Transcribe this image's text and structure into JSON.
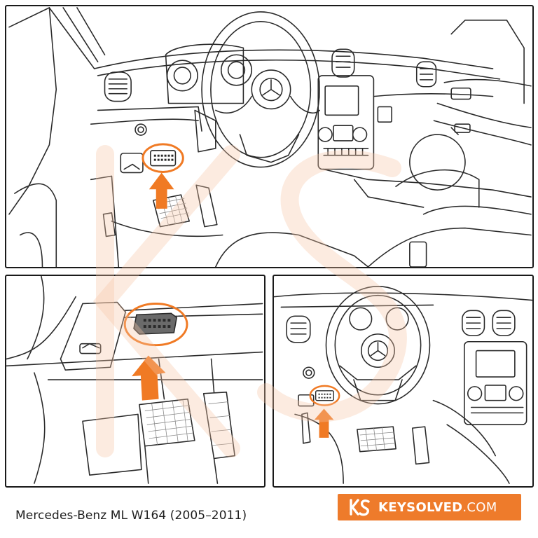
{
  "caption": {
    "text": "Mercedes-Benz ML W164 (2005–2011)"
  },
  "brand": {
    "name": "KEYSOLVED",
    "tld": ".COM",
    "logo_icon": "ks-logo-icon",
    "color": "#ee7b2b"
  },
  "panels": [
    {
      "id": "overview",
      "depicts": "dashboard-interior"
    },
    {
      "id": "closeup",
      "depicts": "obd-port-under-dash"
    },
    {
      "id": "driver-view",
      "depicts": "steering-wheel-and-port"
    }
  ],
  "highlight": {
    "color": "#f07a24",
    "marker": "orange-circle",
    "pointer": "orange-arrow"
  }
}
